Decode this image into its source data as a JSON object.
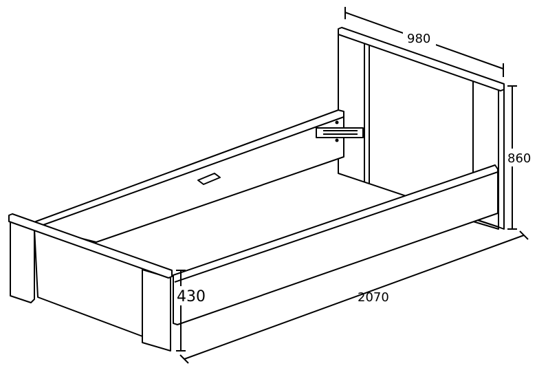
{
  "diagram": {
    "subject": "bed",
    "dimensions": {
      "width": "980",
      "headboard_height": "860",
      "length": "2070",
      "footboard_height": "430"
    },
    "line_color": "#000000",
    "background": "#ffffff"
  }
}
